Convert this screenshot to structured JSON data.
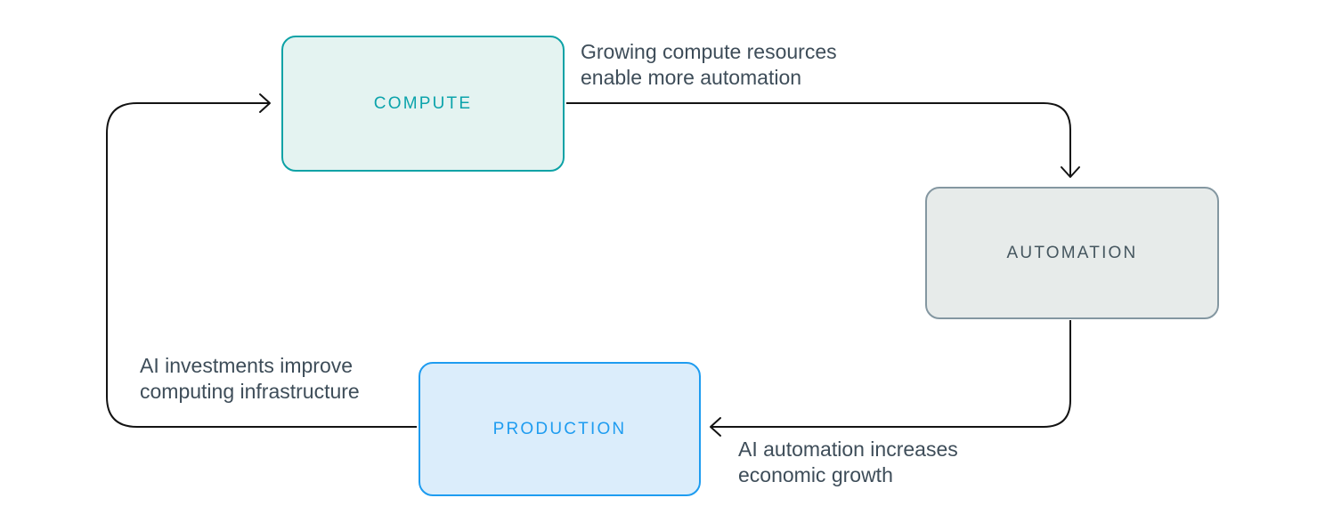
{
  "diagram": {
    "background_color": "#ffffff",
    "arrow_color": "#131313",
    "edge_label_color": "#3e4d59",
    "nodes": [
      {
        "id": "compute",
        "label": "COMPUTE",
        "border_color": "#0da2a6",
        "fill_color": "#e4f3f1",
        "text_color": "#0ba3ab"
      },
      {
        "id": "automation",
        "label": "AUTOMATION",
        "border_color": "#8497a1",
        "fill_color": "#e7ebea",
        "text_color": "#45565f"
      },
      {
        "id": "production",
        "label": "PRODUCTION",
        "border_color": "#1e9cf0",
        "fill_color": "#dbedfb",
        "text_color": "#1e9cf0"
      }
    ],
    "edges": [
      {
        "from": "COMPUTE",
        "to": "AUTOMATION",
        "lines": [
          "Growing compute resources",
          "enable more automation"
        ]
      },
      {
        "from": "AUTOMATION",
        "to": "PRODUCTION",
        "lines": [
          "AI automation increases",
          "economic growth"
        ]
      },
      {
        "from": "PRODUCTION",
        "to": "COMPUTE",
        "lines": [
          "AI investments improve",
          "computing infrastructure"
        ]
      }
    ]
  }
}
